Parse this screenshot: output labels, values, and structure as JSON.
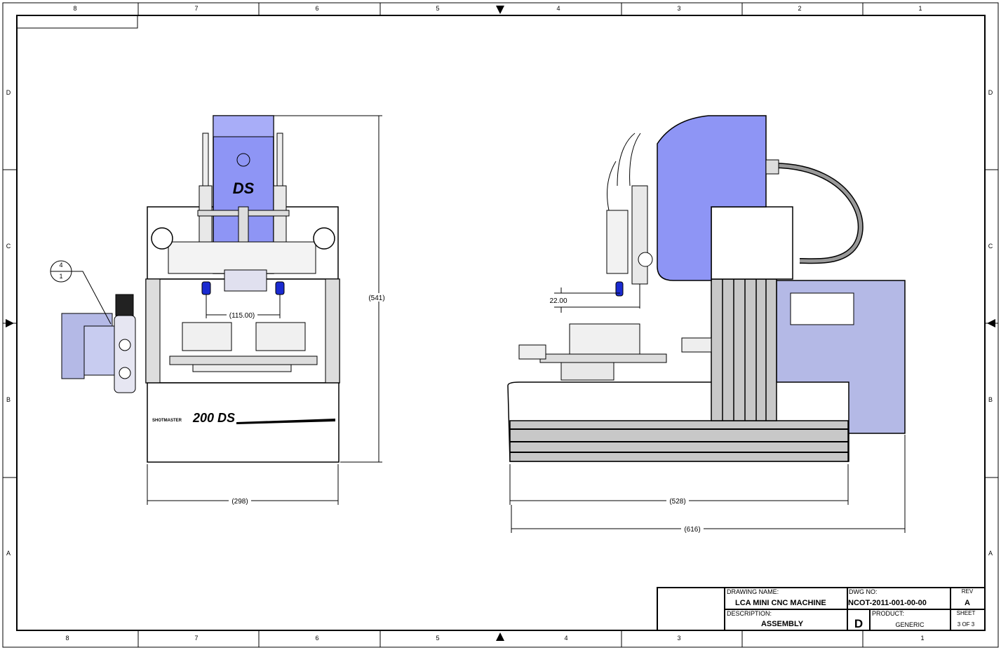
{
  "border": {
    "columns": [
      "8",
      "7",
      "6",
      "5",
      "4",
      "3",
      "2",
      "1"
    ],
    "bottom_columns": [
      "8",
      "7",
      "6",
      "5",
      "4",
      "3",
      "1"
    ],
    "rows": [
      "D",
      "C",
      "B",
      "A"
    ]
  },
  "front_view": {
    "logo_text": "DS",
    "base_brand": "SHOTMASTER",
    "base_model": "200 DS",
    "balloon_top": "4",
    "balloon_bottom": "1",
    "dims": {
      "nozzle_spacing": "(115.00)",
      "height": "(541)",
      "width": "(298)"
    }
  },
  "side_view": {
    "dims": {
      "nozzle_gap": "22.00",
      "depth": "(528)",
      "overall": "(616)"
    }
  },
  "title_block": {
    "drawing_name_label": "DRAWING NAME:",
    "drawing_name": "LCA MINI CNC  MACHINE",
    "dwg_no_label": "DWG NO:",
    "dwg_no": "NCOT-2011-001-00-00",
    "rev_label": "REV",
    "rev": "A",
    "description_label": "DESCRIPTION:",
    "description": "ASSEMBLY",
    "size": "D",
    "product_label": "PRODUCT:",
    "product": "GENERIC",
    "sheet_label": "SHEET",
    "sheet": "3 OF 3"
  },
  "colors": {
    "head_blue": "#8e95f5",
    "panel_blue": "#b4b9e6",
    "grey": "#c8c8c8"
  }
}
